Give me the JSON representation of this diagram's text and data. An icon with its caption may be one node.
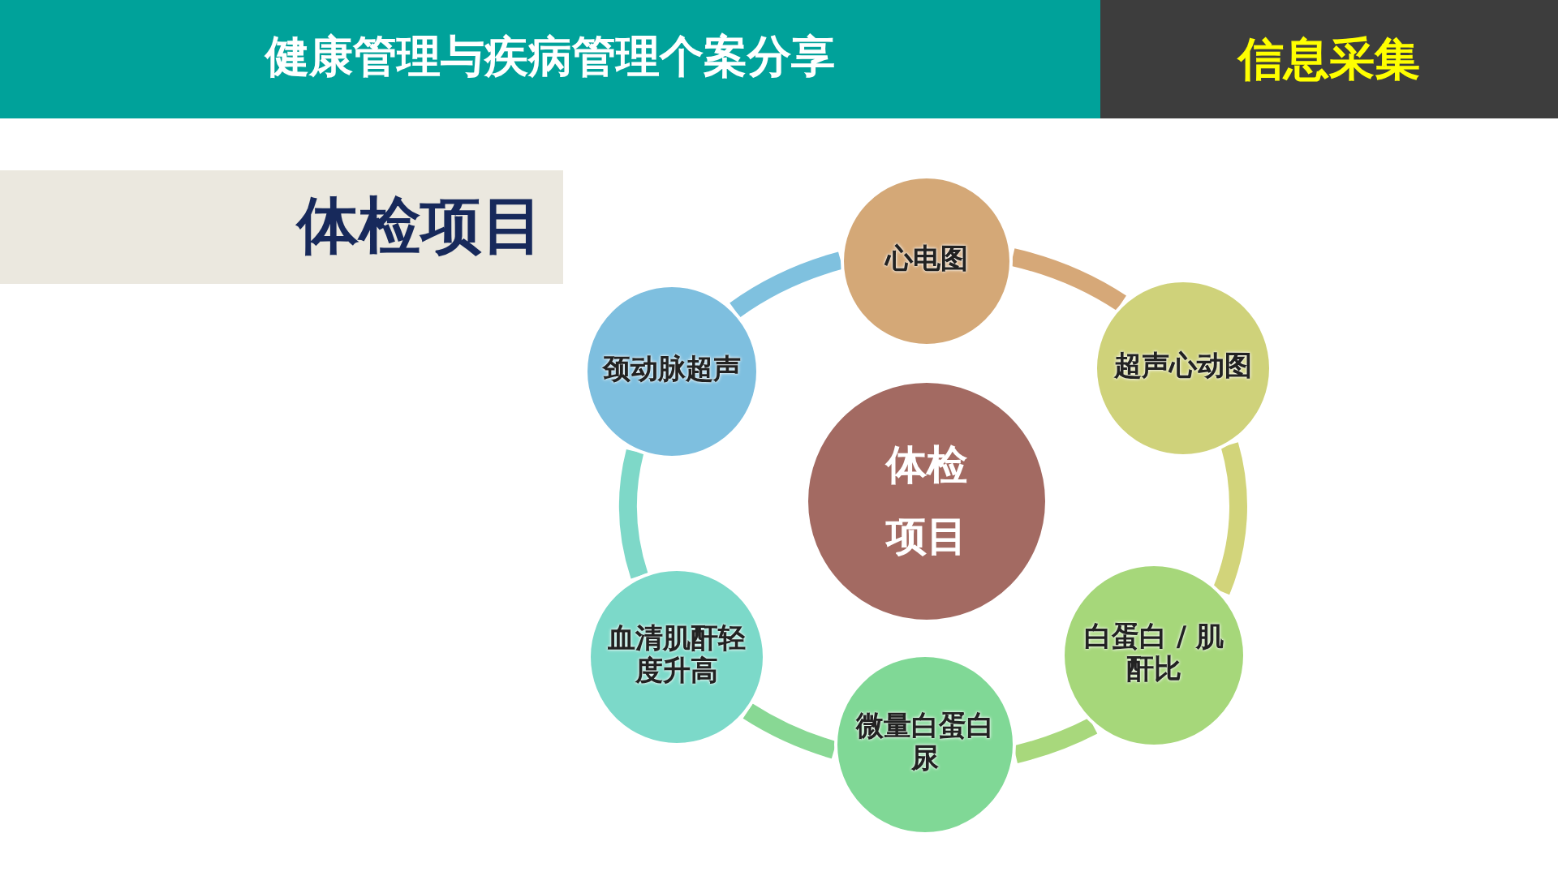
{
  "diagram": {
    "nodes": [
      {
        "text": [
          "健康管理与疾病管理个案分享"
        ]
      },
      {
        "text": [
          "信息采集"
        ]
      },
      {
        "text": [
          "体检项目"
        ]
      },
      {
        "text": [
          "体检项目"
        ]
      },
      {
        "text": [
          "心电图"
        ]
      },
      {
        "text": [
          "超声心动图"
        ]
      },
      {
        "text": [
          "白蛋白 / 肌酐比"
        ]
      },
      {
        "text": [
          "微量白蛋白尿"
        ]
      },
      {
        "text": [
          "血清肌酐轻度升高"
        ]
      },
      {
        "text": [
          "颈动脉超声"
        ]
      }
    ],
    "edges": [
      {
        "from": 4,
        "to": 5,
        "arrow": "none",
        "color": "#d6a878"
      },
      {
        "from": 5,
        "to": 6,
        "arrow": "none",
        "color": "#d2d47a"
      },
      {
        "from": 6,
        "to": 7,
        "arrow": "none",
        "color": "#a8d87c"
      },
      {
        "from": 7,
        "to": 8,
        "arrow": "none",
        "color": "#88d894"
      },
      {
        "from": 8,
        "to": 9,
        "arrow": "none",
        "color": "#7ed8c8"
      },
      {
        "from": 9,
        "to": 4,
        "arrow": "none",
        "color": "#7fc1df"
      }
    ]
  }
}
